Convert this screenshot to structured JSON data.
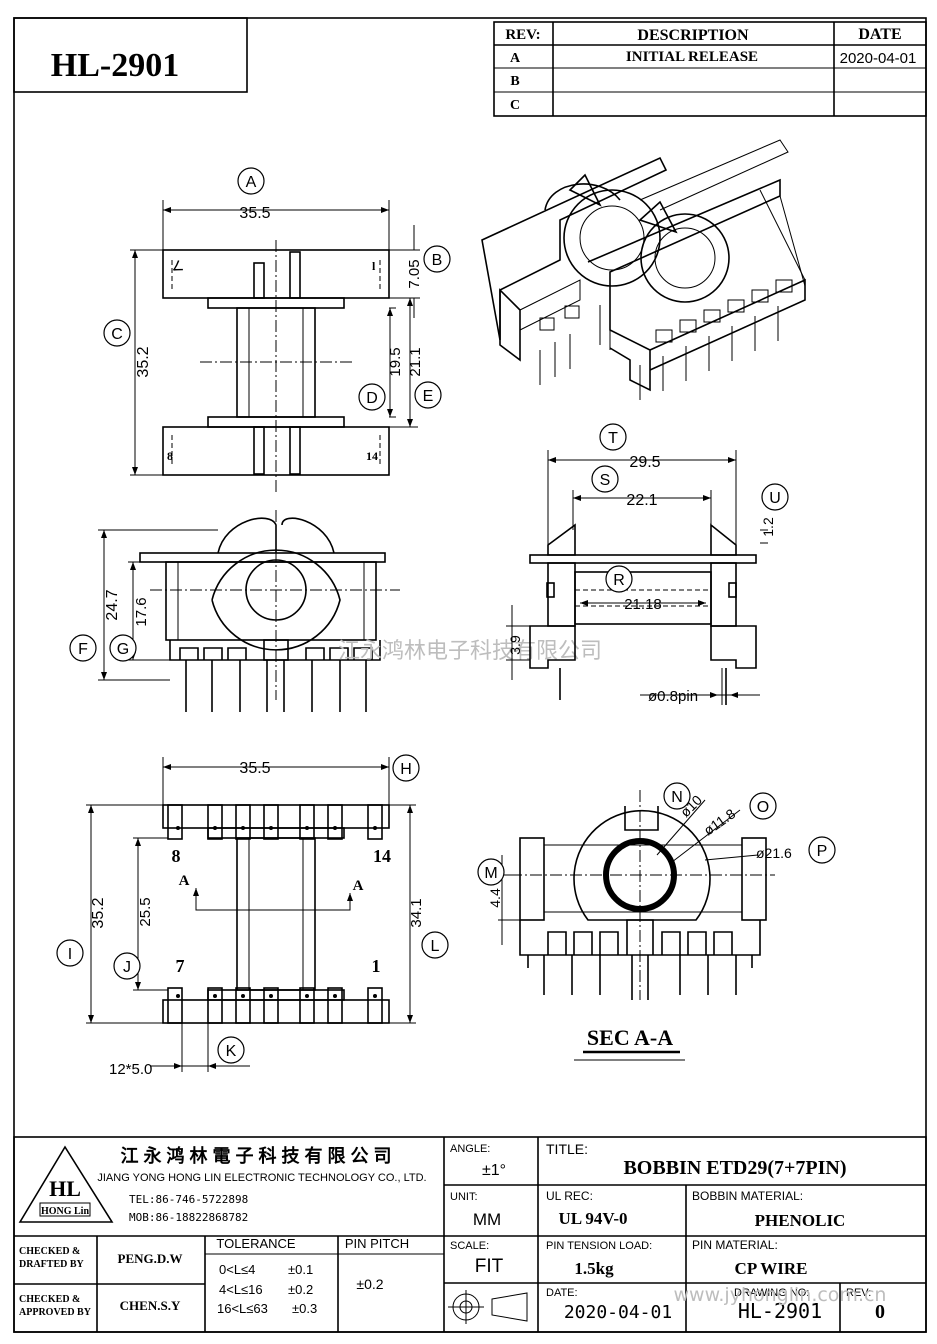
{
  "part_no": "HL-2901",
  "rev_table": {
    "headers": {
      "rev": "REV:",
      "description": "DESCRIPTION",
      "date": "DATE"
    },
    "rows": [
      {
        "rev": "A",
        "description": "INITIAL  RELEASE",
        "date": "2020-04-01"
      },
      {
        "rev": "B",
        "description": "",
        "date": ""
      },
      {
        "rev": "C",
        "description": "",
        "date": ""
      }
    ]
  },
  "dims": {
    "top_width": "35.5",
    "top_height": "35.2",
    "flange": "7.05",
    "core_d": "19.5",
    "core_e": "21.1",
    "side_f": "24.7",
    "side_g": "17.6",
    "sec_t": "29.5",
    "sec_s": "22.1",
    "sec_u": "1.2",
    "sec_r": "21.18",
    "sec_h": "3.9",
    "pin_dia": "ø0.8pin",
    "bot_width": "35.5",
    "bot_i": "35.2",
    "bot_j": "25.5",
    "bot_l": "34.1",
    "pitch": "12*5.0",
    "n_dia": "ø10",
    "o_dia": "ø11.8",
    "p_dia": "ø21.6",
    "m_h": "4.4"
  },
  "balloons": [
    "A",
    "B",
    "C",
    "D",
    "E",
    "F",
    "G",
    "T",
    "S",
    "U",
    "R",
    "H",
    "I",
    "J",
    "K",
    "L",
    "M",
    "N",
    "O",
    "P"
  ],
  "pin_labels": {
    "p8": "8",
    "p14": "14",
    "p7": "7",
    "p1": "1",
    "cut_a1": "A",
    "cut_a2": "A"
  },
  "top_pin_marks": {
    "left": "8",
    "right": "14"
  },
  "section_label": "SEC  A-A",
  "watermark": "江永鸿林电子科技有限公司",
  "title_block": {
    "company_cn": "江 永 鸿 林 電 子 科 技 有 限 公 司",
    "company_en": "JIANG YONG HONG LIN ELECTRONIC TECHNOLOGY CO., LTD.",
    "logo_text": "HL",
    "logo_sub": "HONG Lin",
    "tel": "TEL:86-746-5722898",
    "mob": "MOB:86-18822868782",
    "angle_label": "ANGLE:",
    "angle_value": "±1°",
    "title_label": "TITLE:",
    "title_value": "BOBBIN   ETD29(7+7PIN)",
    "unit_label": "UNIT:",
    "unit_value": "MM",
    "ul_label": "UL REC:",
    "ul_value": "UL 94V-0",
    "bobbin_mat_label": "BOBBIN MATERIAL:",
    "bobbin_mat_value": "PHENOLIC",
    "checked_drafted": "CHECKED &\nDRAFTED BY",
    "checked_drafted_l1": "CHECKED &",
    "checked_drafted_l2": "DRAFTED BY",
    "drafted_name": "PENG.D.W",
    "tolerance_label": "TOLERANCE",
    "pin_pitch_label": "PIN PITCH",
    "tol_rows": [
      {
        "range": "0<L≤4",
        "tol": "±0.1"
      },
      {
        "range": "4<L≤16",
        "tol": "±0.2"
      },
      {
        "range": "16<L≤63",
        "tol": "±0.3"
      }
    ],
    "pin_pitch_value": "±0.2",
    "scale_label": "SCALE:",
    "scale_value": "FIT",
    "pin_tension_label": "PIN TENSION LOAD:",
    "pin_tension_value": "1.5kg",
    "pin_mat_label": "PIN MATERIAL:",
    "pin_mat_value": "CP WIRE",
    "approved_l1": "CHECKED &",
    "approved_l2": "APPROVED BY",
    "approved_name": "CHEN.S.Y",
    "date_label": "DATE:",
    "date_value": "2020-04-01",
    "drawing_no_label": "DRAWING NO:",
    "drawing_no_value": "HL-2901",
    "rev_label": "REV:",
    "rev_value": "0",
    "site_watermark": "www.jyhonglin.com.cn"
  }
}
